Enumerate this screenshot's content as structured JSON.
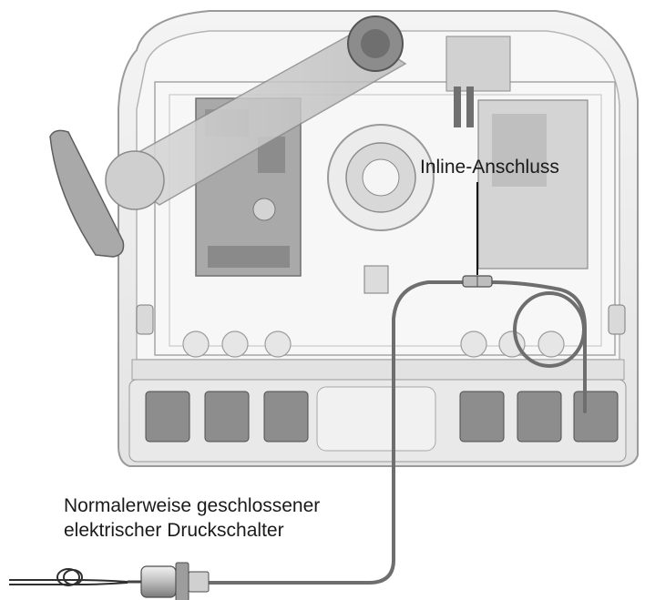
{
  "labels": {
    "inline_connection": "Inline-Anschluss",
    "pressure_switch_line1": "Normalerweise geschlossener",
    "pressure_switch_line2": "elektrischer Druckschalter"
  },
  "colors": {
    "housing_fill": "#eeeeee",
    "housing_stroke": "#9a9a9a",
    "tube": "#6e6e6e",
    "board": "#a9a9a9",
    "text": "#1a1a1a"
  },
  "icons": [
    "controller-housing-icon",
    "circuit-board-icon",
    "pivot-arm-icon",
    "pressure-switch-icon",
    "inline-connector-icon",
    "coiled-wire-icon"
  ]
}
